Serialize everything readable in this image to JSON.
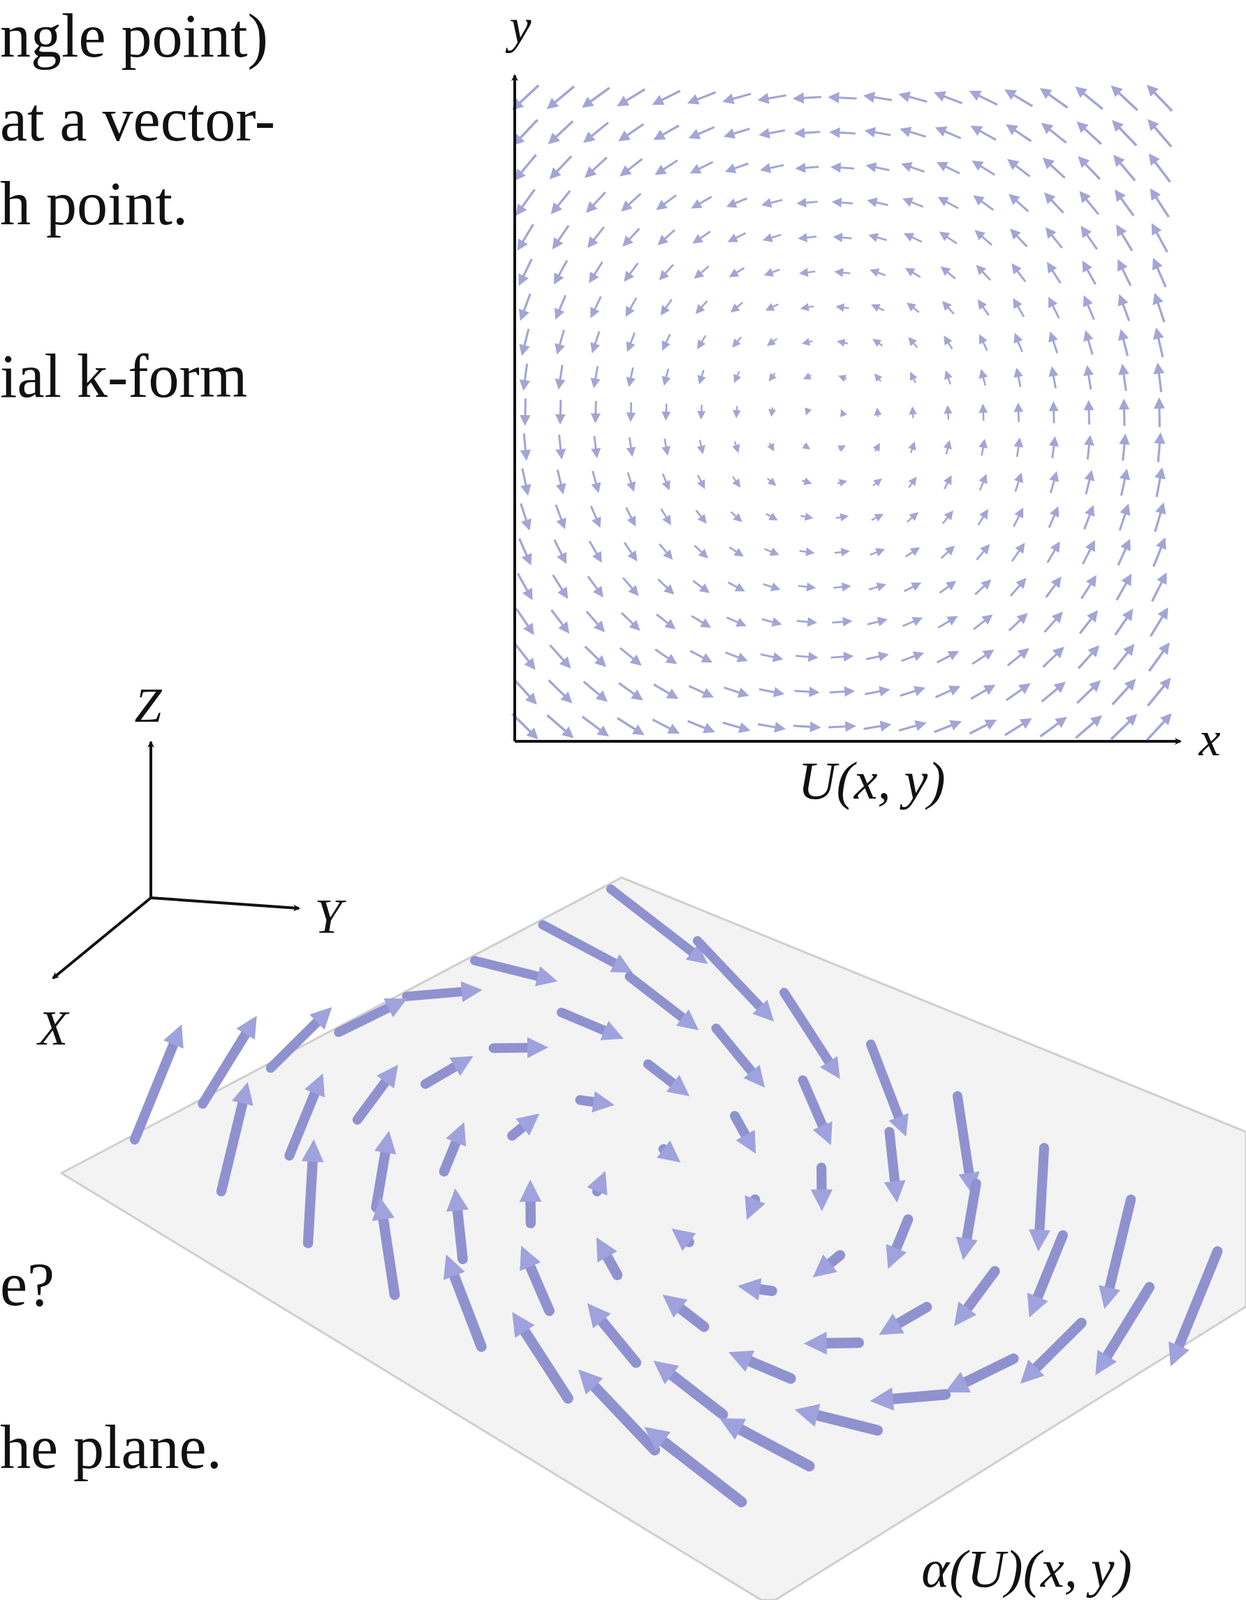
{
  "diagram": {
    "labels": [
      "ngle point)",
      "at a vector-",
      "h point.",
      "ial k-form",
      "e?",
      "he plane.",
      "y",
      "x",
      "U(x, y)",
      "Z",
      "Y",
      "X",
      "α(U)(x, y)"
    ]
  }
}
